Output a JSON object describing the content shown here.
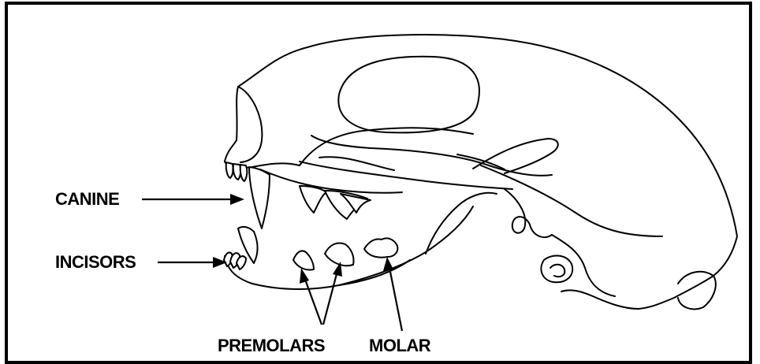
{
  "labels": {
    "canine": "CANINE",
    "incisors": "INCISORS",
    "premolars": "PREMOLARS",
    "molar": "MOLAR"
  },
  "colors": {
    "ink": "#000000",
    "background": "#ffffff"
  }
}
